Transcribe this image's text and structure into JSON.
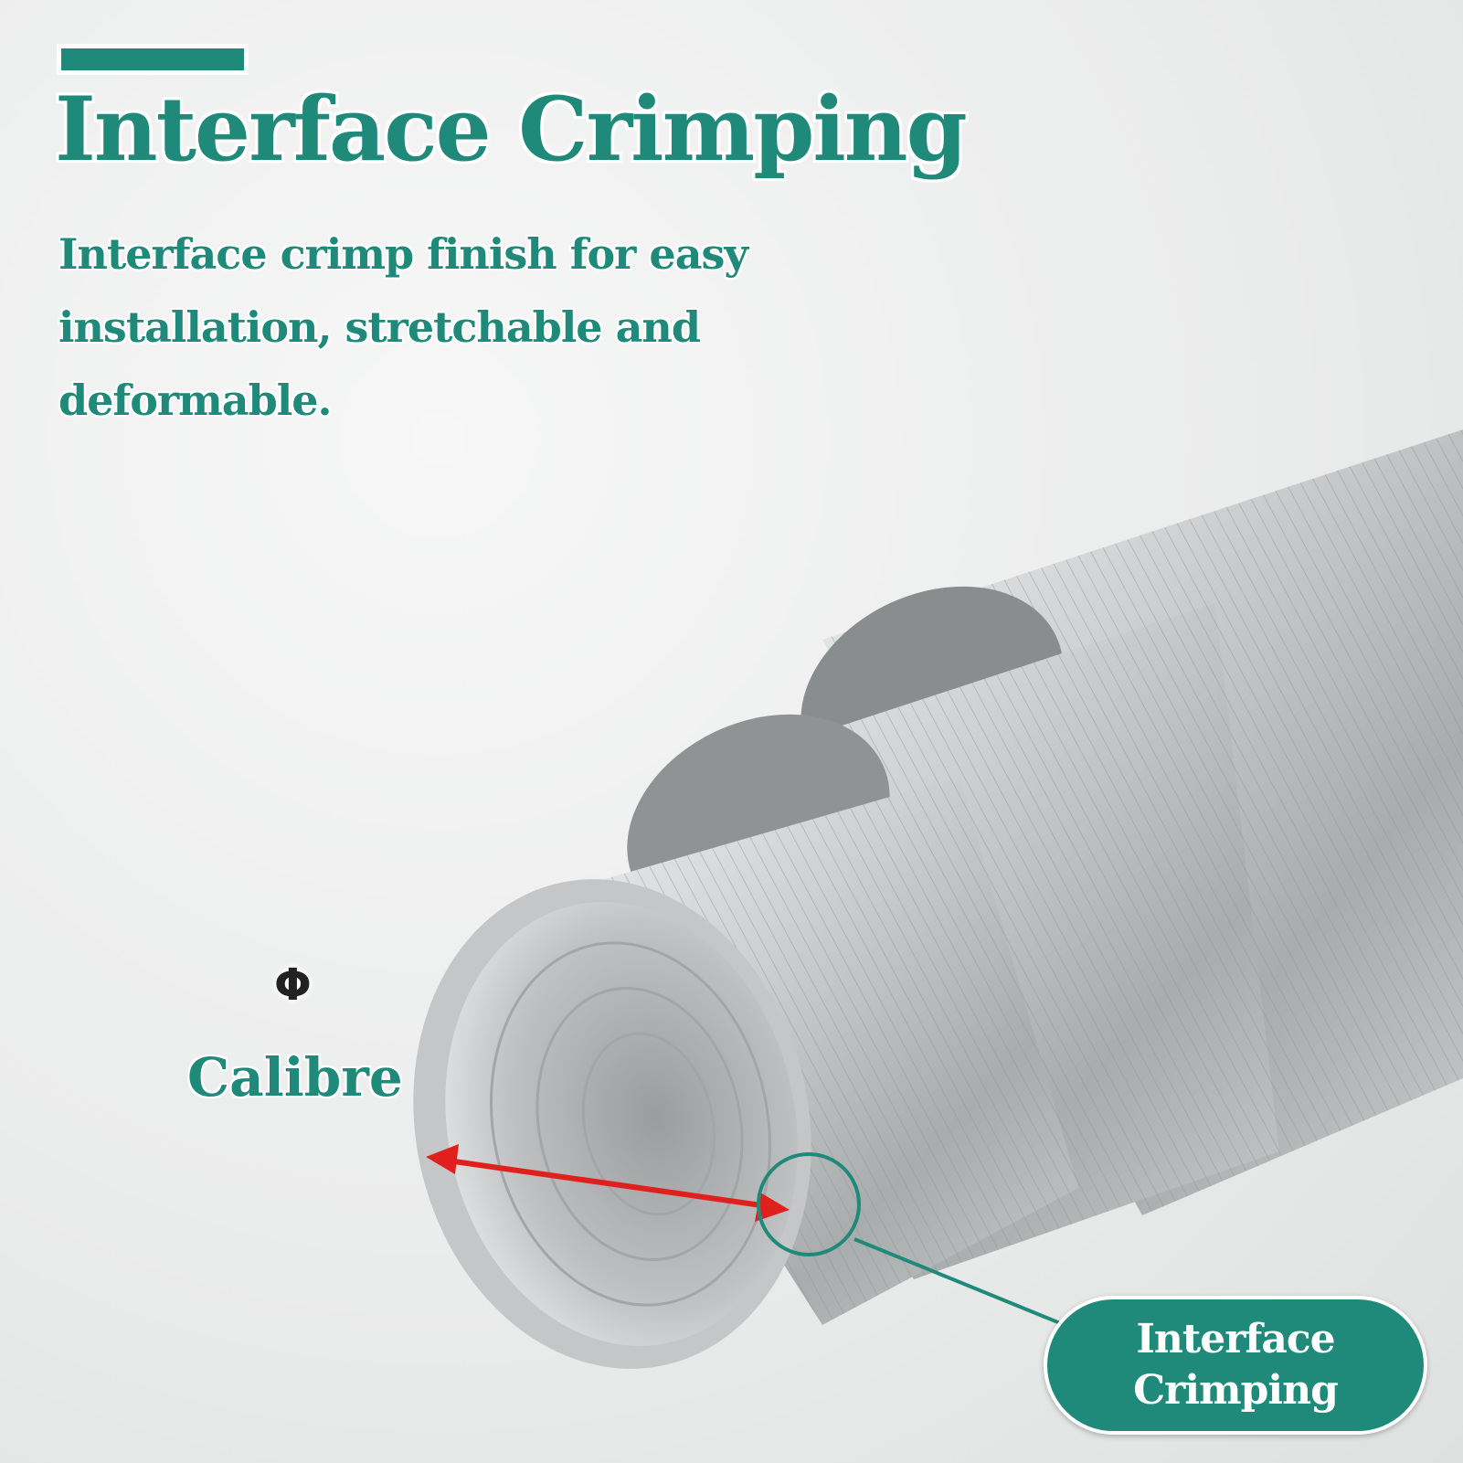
{
  "heading": {
    "title": "Interface Crimping",
    "subtitle": "Interface crimp finish for easy installation, stretchable and deformable."
  },
  "diagram": {
    "diameter_symbol": "Φ",
    "diameter_label": "Calibre",
    "callout_line1": "Interface",
    "callout_line2": "Crimping"
  },
  "colors": {
    "accent": "#1f8a7a",
    "arrow": "#e0201c",
    "pipe_light": "#d9dadb",
    "pipe_dark": "#8e9192"
  }
}
